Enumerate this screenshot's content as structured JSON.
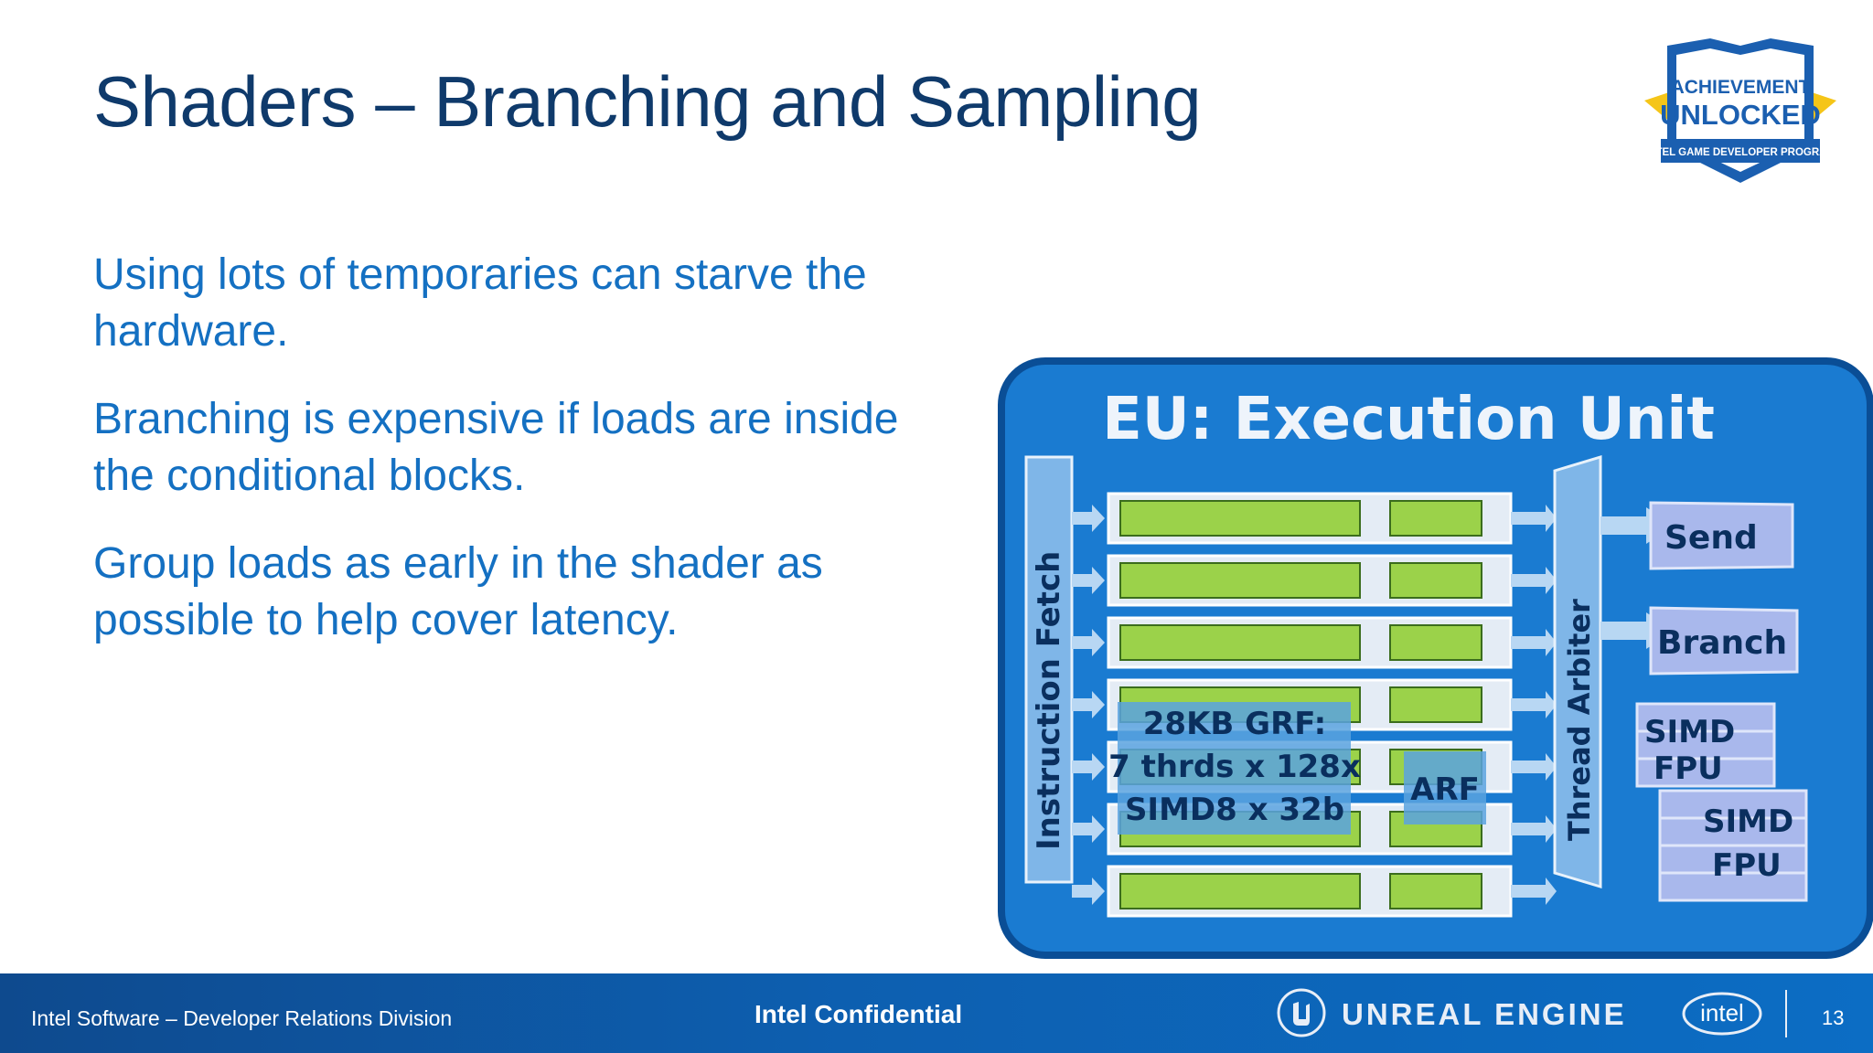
{
  "slide": {
    "title": "Shaders – Branching and Sampling",
    "bullets": [
      "Using lots of temporaries can starve the hardware.",
      "Branching is expensive if loads are inside the conditional blocks.",
      "Group loads as early in the shader as possible to help cover latency."
    ]
  },
  "badge": {
    "line1": "ACHIEVEMENT",
    "line2": "UNLOCKED",
    "line3": "INTEL GAME DEVELOPER PROGRAM"
  },
  "diagram": {
    "title": "EU: Execution Unit",
    "instruction_fetch": "Instruction Fetch",
    "thread_arbiter": "Thread Arbiter",
    "send": "Send",
    "branch": "Branch",
    "simd_fpu_1": [
      "SIMD",
      "FPU"
    ],
    "simd_fpu_2": [
      "SIMD",
      "FPU"
    ],
    "grf": [
      "28KB GRF:",
      "7 thrds x 128x",
      "SIMD8 x 32b"
    ],
    "arf": "ARF"
  },
  "footer": {
    "division": "Intel Software – Developer Relations Division",
    "confidential": "Intel Confidential",
    "unreal": "UNREAL ENGINE",
    "intel": "intel",
    "page_number": "13"
  },
  "colors": {
    "title": "#0f3a6b",
    "body": "#1470c2",
    "diagram_bg": "#1a7bd1",
    "footer_bg": "#0d5fb0"
  }
}
